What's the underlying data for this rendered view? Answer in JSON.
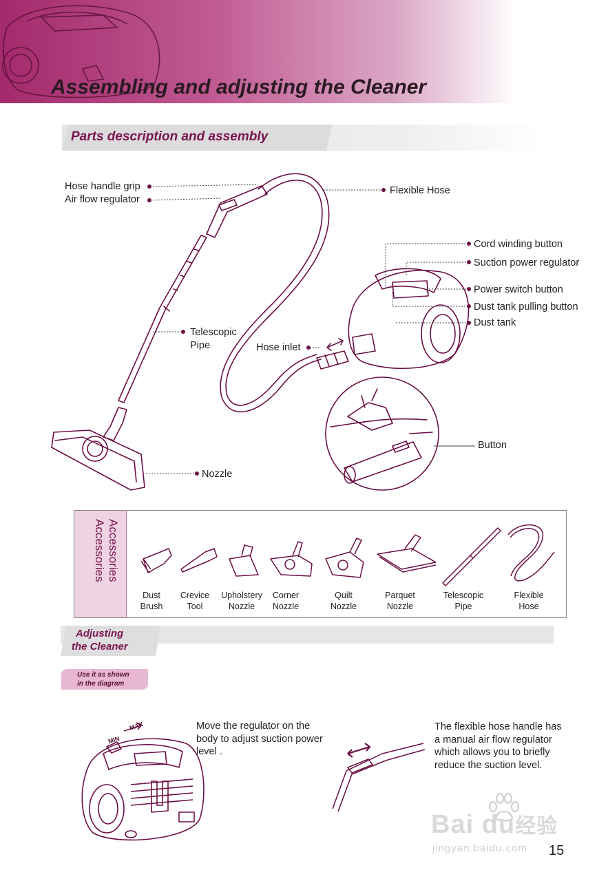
{
  "header": {
    "title": "Assembling and adjusting the Cleaner"
  },
  "parts_section": {
    "title": "Parts description and assembly"
  },
  "parts": {
    "hose_handle_grip": "Hose handle grip",
    "air_flow_regulator": "Air flow regulator",
    "flexible_hose": "Flexible Hose",
    "cord_winding_button": "Cord winding button",
    "suction_power_regulator": "Suction power regulator",
    "power_switch_button": "Power switch button",
    "dust_tank_pulling_button": "Dust tank pulling button",
    "dust_tank": "Dust tank",
    "telescopic_pipe_line1": "Telescopic",
    "telescopic_pipe_line2": "Pipe",
    "hose_inlet": "Hose inlet",
    "button": "Button",
    "nozzle": "Nozzle"
  },
  "accessories": {
    "heading": "Accessories",
    "items": [
      {
        "line1": "Dust",
        "line2": "Brush"
      },
      {
        "line1": "Crevice",
        "line2": "Tool"
      },
      {
        "line1": "Upholstery",
        "line2": "Nozzle"
      },
      {
        "line1": "Corner",
        "line2": "Nozzle"
      },
      {
        "line1": "Quilt",
        "line2": "Nozzle"
      },
      {
        "line1": "Parquet",
        "line2": "Nozzle"
      },
      {
        "line1": "Telescopic",
        "line2": "Pipe"
      },
      {
        "line1": "Flexible",
        "line2": "Hose"
      }
    ]
  },
  "adjusting_section": {
    "title_line1": "Adjusting",
    "title_line2": "the Cleaner",
    "note_line1": "Use it as shown",
    "note_line2": "in the diagram",
    "min_label": "MIN",
    "max_label": "MAX",
    "paragraph1": "Move the regulator on the body to adjust suction power level .",
    "paragraph2": "The flexible hose handle has a manual air flow regulator which allows you to briefly reduce the suction level."
  },
  "watermark": {
    "brand": "Bai du",
    "brand_cn": "经验",
    "url": "jingyan.baidu.com"
  },
  "page_number": "15",
  "colors": {
    "accent": "#7a1450",
    "line_art": "#6b0f45",
    "banner_start": "#a32a6c",
    "accessory_panel": "#efd3e3"
  }
}
